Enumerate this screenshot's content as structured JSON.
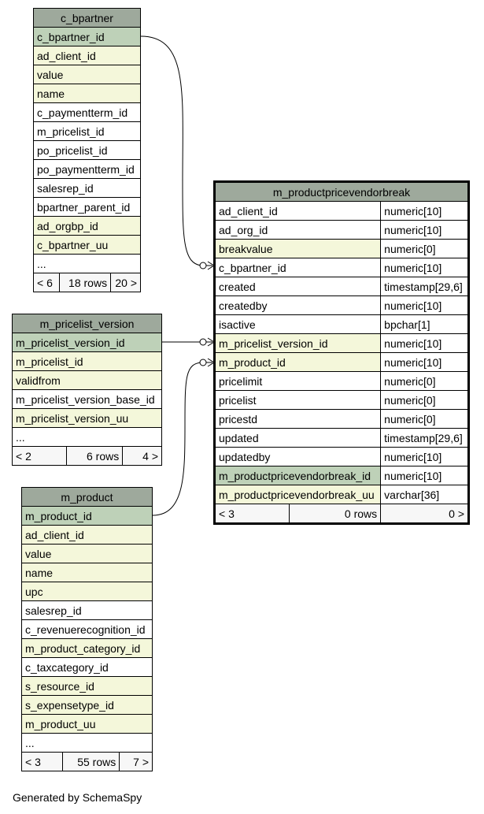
{
  "tables": {
    "c_bpartner": {
      "name": "c_bpartner",
      "columns": [
        {
          "name": "c_bpartner_id",
          "kind": "pk"
        },
        {
          "name": "ad_client_id",
          "kind": "fk"
        },
        {
          "name": "value",
          "kind": "fk"
        },
        {
          "name": "name",
          "kind": "fk"
        },
        {
          "name": "c_paymentterm_id",
          "kind": ""
        },
        {
          "name": "m_pricelist_id",
          "kind": ""
        },
        {
          "name": "po_pricelist_id",
          "kind": ""
        },
        {
          "name": "po_paymentterm_id",
          "kind": ""
        },
        {
          "name": "salesrep_id",
          "kind": ""
        },
        {
          "name": "bpartner_parent_id",
          "kind": ""
        },
        {
          "name": "ad_orgbp_id",
          "kind": "fk"
        },
        {
          "name": "c_bpartner_uu",
          "kind": "fk"
        },
        {
          "name": "...",
          "kind": ""
        }
      ],
      "footer": {
        "left": "< 6",
        "middle": "18 rows",
        "right": "20 >"
      }
    },
    "m_pricelist_version": {
      "name": "m_pricelist_version",
      "columns": [
        {
          "name": "m_pricelist_version_id",
          "kind": "pk"
        },
        {
          "name": "m_pricelist_id",
          "kind": "fk"
        },
        {
          "name": "validfrom",
          "kind": "fk"
        },
        {
          "name": "m_pricelist_version_base_id",
          "kind": ""
        },
        {
          "name": "m_pricelist_version_uu",
          "kind": "fk"
        },
        {
          "name": "...",
          "kind": ""
        }
      ],
      "footer": {
        "left": "< 2",
        "middle": "6 rows",
        "right": "4 >"
      }
    },
    "m_product": {
      "name": "m_product",
      "columns": [
        {
          "name": "m_product_id",
          "kind": "pk"
        },
        {
          "name": "ad_client_id",
          "kind": "fk"
        },
        {
          "name": "value",
          "kind": "fk"
        },
        {
          "name": "name",
          "kind": "fk"
        },
        {
          "name": "upc",
          "kind": "fk"
        },
        {
          "name": "salesrep_id",
          "kind": ""
        },
        {
          "name": "c_revenuerecognition_id",
          "kind": ""
        },
        {
          "name": "m_product_category_id",
          "kind": "fk"
        },
        {
          "name": "c_taxcategory_id",
          "kind": ""
        },
        {
          "name": "s_resource_id",
          "kind": "fk"
        },
        {
          "name": "s_expensetype_id",
          "kind": "fk"
        },
        {
          "name": "m_product_uu",
          "kind": "fk"
        },
        {
          "name": "...",
          "kind": ""
        }
      ],
      "footer": {
        "left": "< 3",
        "middle": "55 rows",
        "right": "7 >"
      }
    },
    "m_productpricevendorbreak": {
      "name": "m_productpricevendorbreak",
      "columns": [
        {
          "name": "ad_client_id",
          "type": "numeric[10]",
          "kind": ""
        },
        {
          "name": "ad_org_id",
          "type": "numeric[10]",
          "kind": ""
        },
        {
          "name": "breakvalue",
          "type": "numeric[0]",
          "kind": "fk"
        },
        {
          "name": "c_bpartner_id",
          "type": "numeric[10]",
          "kind": ""
        },
        {
          "name": "created",
          "type": "timestamp[29,6]",
          "kind": ""
        },
        {
          "name": "createdby",
          "type": "numeric[10]",
          "kind": ""
        },
        {
          "name": "isactive",
          "type": "bpchar[1]",
          "kind": ""
        },
        {
          "name": "m_pricelist_version_id",
          "type": "numeric[10]",
          "kind": "fk"
        },
        {
          "name": "m_product_id",
          "type": "numeric[10]",
          "kind": "fk"
        },
        {
          "name": "pricelimit",
          "type": "numeric[0]",
          "kind": ""
        },
        {
          "name": "pricelist",
          "type": "numeric[0]",
          "kind": ""
        },
        {
          "name": "pricestd",
          "type": "numeric[0]",
          "kind": ""
        },
        {
          "name": "updated",
          "type": "timestamp[29,6]",
          "kind": ""
        },
        {
          "name": "updatedby",
          "type": "numeric[10]",
          "kind": ""
        },
        {
          "name": "m_productpricevendorbreak_id",
          "type": "numeric[10]",
          "kind": "pk"
        },
        {
          "name": "m_productpricevendorbreak_uu",
          "type": "varchar[36]",
          "kind": "fk"
        }
      ],
      "footer": {
        "left": "< 3",
        "middle": "0 rows",
        "right": "0 >"
      }
    }
  },
  "footer_text": "Generated by SchemaSpy"
}
